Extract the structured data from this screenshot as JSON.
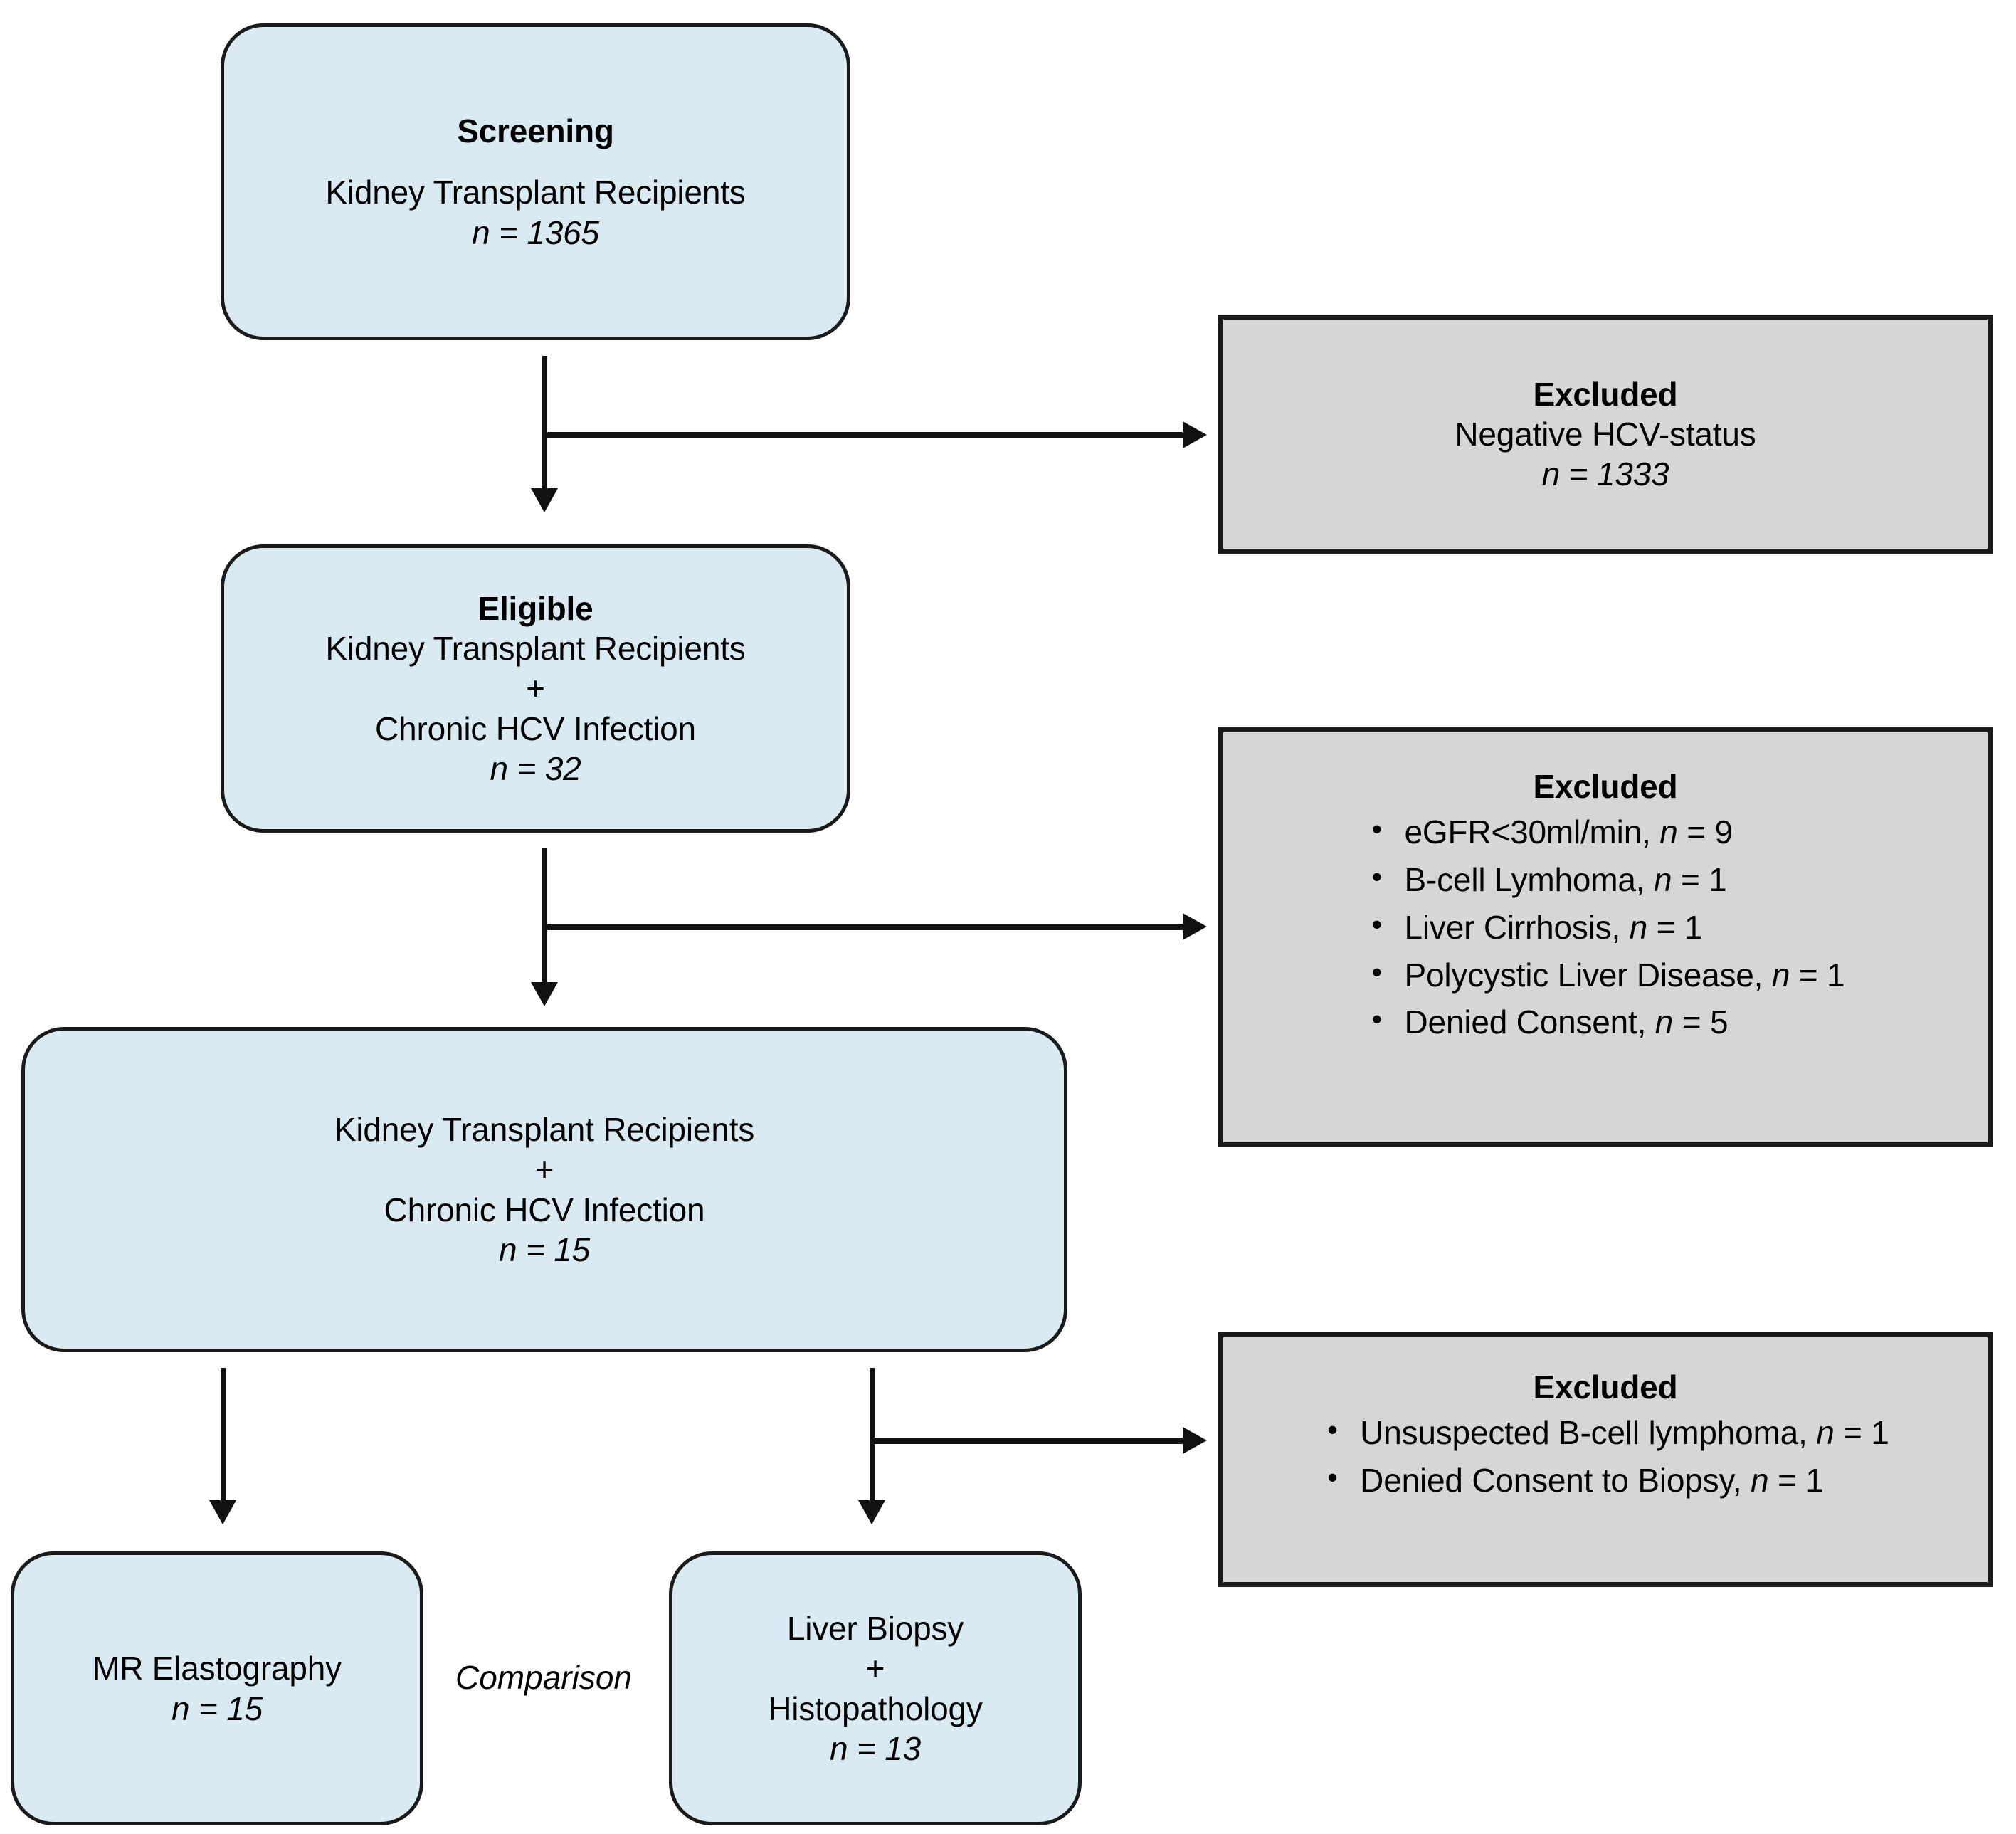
{
  "figure": {
    "type": "flowchart",
    "description": "Study participant flow diagram for kidney transplant recipients with chronic HCV infection"
  },
  "nodes": {
    "screening": {
      "title": "Screening",
      "line1": "Kidney Transplant Recipients",
      "n": "n = 1365"
    },
    "eligible": {
      "title": "Eligible",
      "line1": "Kidney Transplant Recipients",
      "plus": "+",
      "line2": "Chronic HCV Infection",
      "n": "n = 32"
    },
    "enrolled": {
      "line1": "Kidney Transplant Recipients",
      "plus": "+",
      "line2": "Chronic HCV Infection",
      "n": "n = 15"
    },
    "mr_elastography": {
      "line1": "MR Elastography",
      "n": "n = 15"
    },
    "liver_biopsy": {
      "line1": "Liver Biopsy",
      "plus": "+",
      "line2": "Histopathology",
      "n": "n = 13"
    }
  },
  "excluded": {
    "first": {
      "title": "Excluded",
      "reason": "Negative HCV-status",
      "n": "n = 1333"
    },
    "second": {
      "title": "Excluded",
      "items": [
        "eGFR<30ml/min, n = 9",
        "B-cell Lymhoma, n = 1",
        "Liver Cirrhosis, n = 1",
        "Polycystic Liver Disease, n = 1",
        "Denied Consent, n = 5"
      ]
    },
    "third": {
      "title": "Excluded",
      "items": [
        "Unsuspected B-cell lymphoma, n = 1",
        "Denied Consent to Biopsy, n = 1"
      ]
    }
  },
  "labels": {
    "comparison": "Comparison"
  },
  "colors": {
    "node_fill": "#d9eaf2",
    "excluded_fill": "#d6d6d6",
    "stroke": "#1a1a1a",
    "text": "#000000"
  }
}
